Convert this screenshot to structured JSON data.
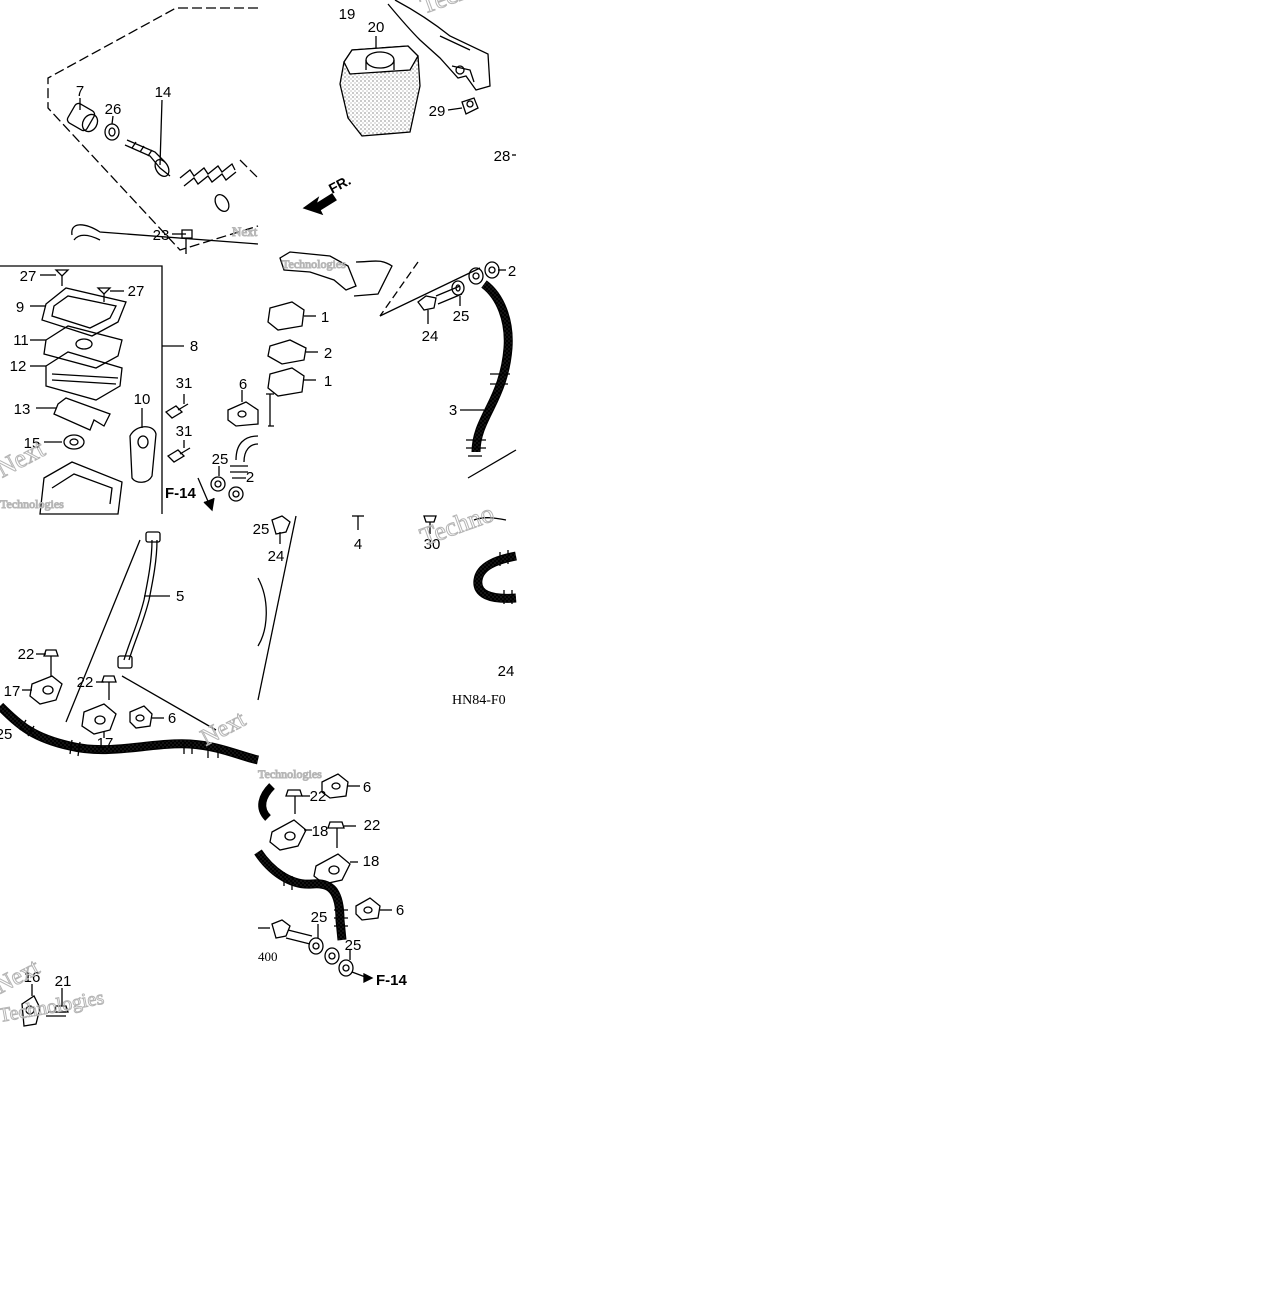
{
  "diagram": {
    "part_labels": [
      "1",
      "2",
      "3",
      "4",
      "5",
      "6",
      "7",
      "8",
      "9",
      "10",
      "11",
      "12",
      "13",
      "14",
      "15",
      "16",
      "17",
      "18",
      "19",
      "20",
      "21",
      "22",
      "23",
      "24",
      "25",
      "26",
      "27",
      "28",
      "29",
      "30",
      "31"
    ],
    "callouts": {
      "ref_front": "F-14",
      "direction": "FR."
    },
    "figure_codes": {
      "code_a": "HN84-F0",
      "code_b": "400"
    },
    "watermark": {
      "line1": "Next",
      "line2": "Techno",
      "line3": "Technologies"
    }
  }
}
